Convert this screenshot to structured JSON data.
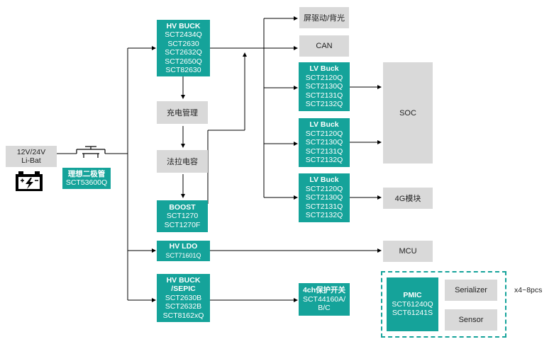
{
  "colors": {
    "accent": "#15a39a",
    "block_grey": "#d9d9d9",
    "wire": "#000000"
  },
  "battery": {
    "label_line1": "12V/24V",
    "label_line2": "Li-Bat",
    "icon": "battery-bolt-icon"
  },
  "ideal_diode": {
    "title": "理想二极管",
    "part": "SCT53600Q",
    "icon": "mosfet-icon"
  },
  "hv_buck": {
    "title": "HV BUCK",
    "parts": [
      "SCT2434Q",
      "SCT2630",
      "SCT2632Q",
      "SCT2650Q",
      "SCT82630"
    ]
  },
  "charge_mgmt": {
    "label": "充电管理"
  },
  "farad_cap": {
    "label": "法拉电容"
  },
  "boost": {
    "title": "BOOST",
    "parts": [
      "SCT1270",
      "SCT1270F"
    ]
  },
  "hv_ldo": {
    "title": "HV LDO",
    "part": "SCT71601Q"
  },
  "hv_buck_sepic": {
    "title_line1": "HV BUCK",
    "title_line2": "/SEPIC",
    "parts": [
      "SCT2630B",
      "SCT2632B",
      "SCT8162xQ"
    ]
  },
  "screen_driver": {
    "label": "屏驱动/背光"
  },
  "can": {
    "label": "CAN"
  },
  "lv_bucks": [
    {
      "title": "LV Buck",
      "parts": [
        "SCT2120Q",
        "SCT2130Q",
        "SCT2131Q",
        "SCT2132Q"
      ]
    },
    {
      "title": "LV Buck",
      "parts": [
        "SCT2120Q",
        "SCT2130Q",
        "SCT2131Q",
        "SCT2132Q"
      ]
    },
    {
      "title": "LV Buck",
      "parts": [
        "SCT2120Q",
        "SCT2130Q",
        "SCT2131Q",
        "SCT2132Q"
      ]
    }
  ],
  "soc": {
    "label": "SOC"
  },
  "module_4g": {
    "label": "4G模块"
  },
  "mcu": {
    "label": "MCU"
  },
  "protect_switch": {
    "title": "4ch保护开关",
    "part_line1": "SCT44160A/",
    "part_line2": "B/C"
  },
  "pmic": {
    "title": "PMIC",
    "parts": [
      "SCT61240Q",
      "SCT61241S"
    ]
  },
  "serializer": {
    "label": "Serializer"
  },
  "sensor": {
    "label": "Sensor"
  },
  "multiplier": {
    "label": "x4~8pcs"
  }
}
